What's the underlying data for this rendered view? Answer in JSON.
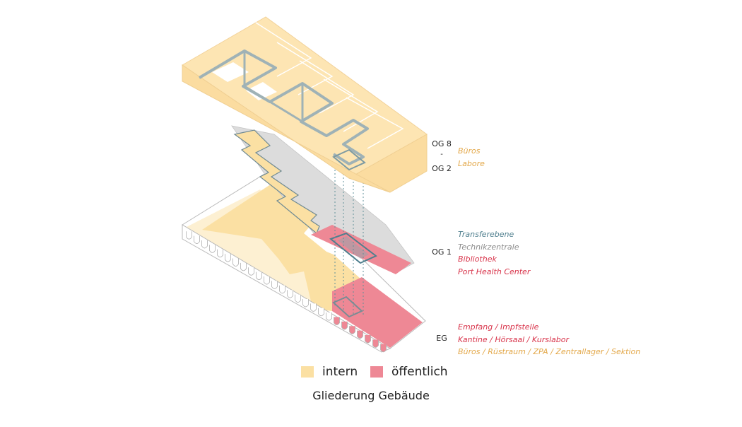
{
  "colors": {
    "intern": "#fbe0a3",
    "intern_light": "#fdf0d2",
    "oeffentlich": "#ee8895",
    "tech": "#dcdcdc",
    "blue": "#4f7f8e",
    "grey_text": "#8c8c8c",
    "red_text": "#d8334a",
    "orange_text": "#e3a84a"
  },
  "levels": {
    "og8": "OG 8",
    "dash": "-",
    "og2": "OG 2",
    "og1": "OG 1",
    "eg": "EG"
  },
  "annotations": {
    "upper": [
      "Büros",
      "Labore"
    ],
    "og1": [
      "Transferebene",
      "Technikzentrale",
      "Bibliothek",
      "Port Health Center"
    ],
    "eg": [
      "Empfang / Impfstelle",
      "Kantine / Hörsaal / Kurslabor",
      "Büros / Rüstraum / ZPA / Zentrallager / Sektion"
    ]
  },
  "legend": {
    "intern": "intern",
    "oeffentlich": "öffentlich"
  },
  "title": "Gliederung Gebäude"
}
